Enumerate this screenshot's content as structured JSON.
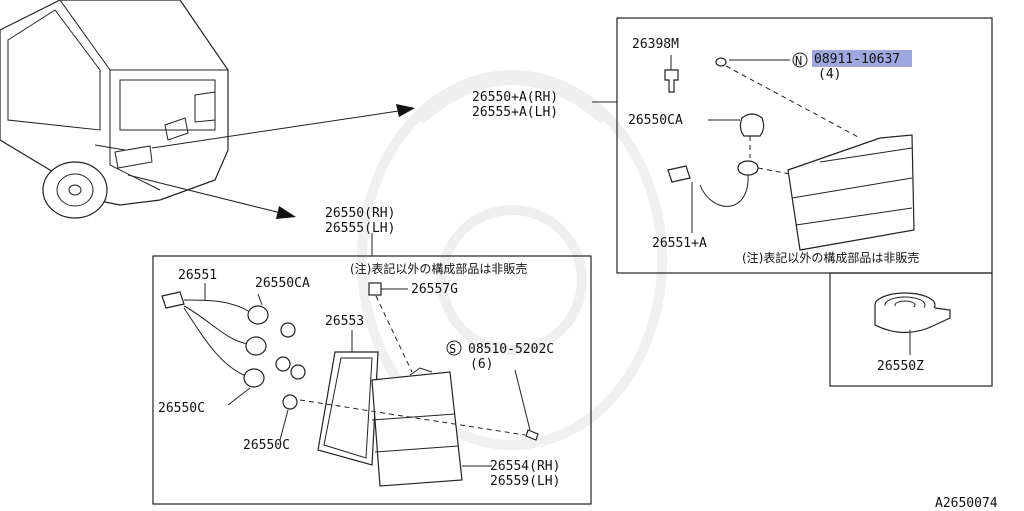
{
  "diagram": {
    "figure_code": "A2650074",
    "notes": {
      "upper": "(注)表記以外の構成部品は非販売",
      "lower": "(注)表記以外の構成部品は非販売"
    },
    "callouts": {
      "assy_rh_a": "26550+A(RH)",
      "assy_lh_a": "26555+A(LH)",
      "part_26398m": "26398M",
      "n_marker": "N",
      "part_08911": "08911-10637",
      "part_08911_qty": "(4)",
      "part_26550ca_upper": "26550CA",
      "part_26551a": "26551+A",
      "part_26550z": "26550Z",
      "assy_rh": "26550(RH)",
      "assy_lh": "26555(LH)",
      "part_26551": "26551",
      "part_26550ca_lower": "26550CA",
      "part_26557g": "26557G",
      "part_26553": "26553",
      "s_marker": "S",
      "part_08510": "08510-5202C",
      "part_08510_qty": "(6)",
      "part_26550c_1": "26550C",
      "part_26550c_2": "26550C",
      "part_26554": "26554(RH)",
      "part_26559": "26559(LH)"
    }
  }
}
